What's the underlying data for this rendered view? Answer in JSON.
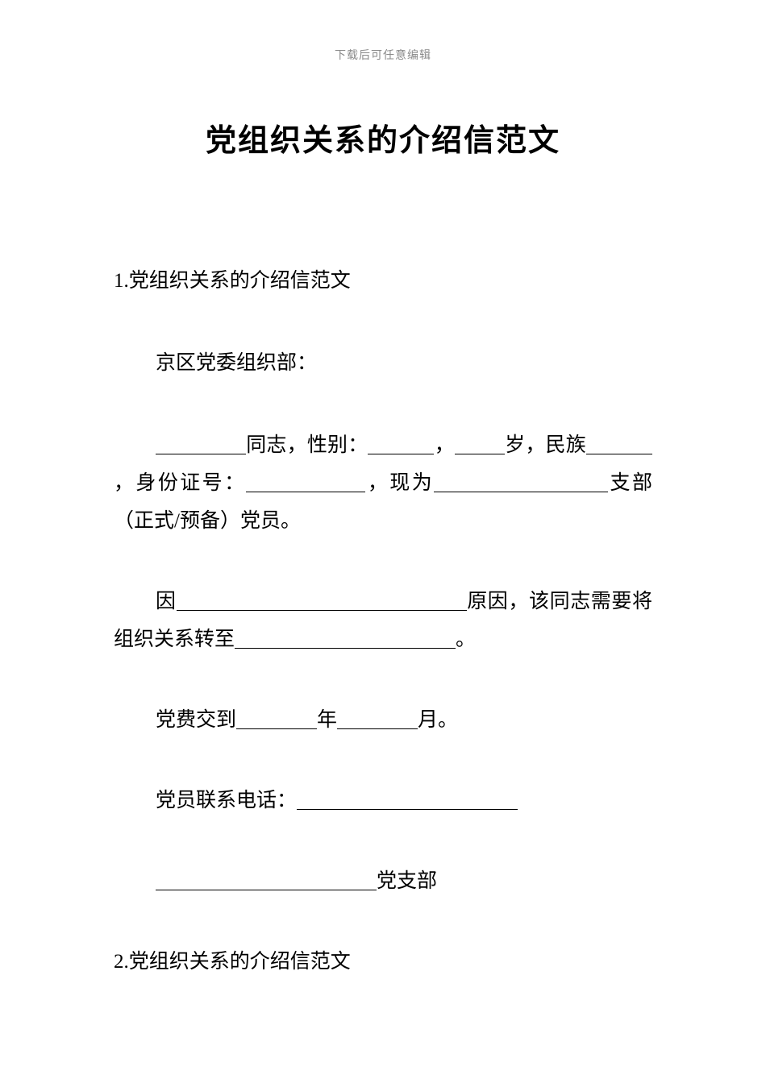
{
  "document": {
    "header_note": "下载后可任意编辑",
    "title": "党组织关系的介绍信范文",
    "sections": [
      {
        "heading": "1.党组织关系的介绍信范文",
        "salutation": "京区党委组织部：",
        "body_line_1_part_1": "同志，性别：",
        "body_line_1_part_2": "，",
        "body_line_1_part_3": "岁，民族",
        "body_line_1_part_4": "，身份证号：",
        "body_line_1_part_5": "，现为",
        "body_line_1_part_6": "支部（正式/预备）党员。",
        "body_line_2_part_1": "因",
        "body_line_2_part_2": "原因，该同志需要将组织关系转至",
        "body_line_2_part_3": "。",
        "body_line_3_part_1": "党费交到",
        "body_line_3_part_2": "年",
        "body_line_3_part_3": "月。",
        "body_line_4_part_1": "党员联系电话：",
        "signature_suffix": "党支部"
      },
      {
        "heading": "2.党组织关系的介绍信范文"
      }
    ]
  },
  "colors": {
    "page_background": "#ffffff",
    "text": "#000000",
    "header_note": "#8a8a8a",
    "rule": "#000000"
  }
}
